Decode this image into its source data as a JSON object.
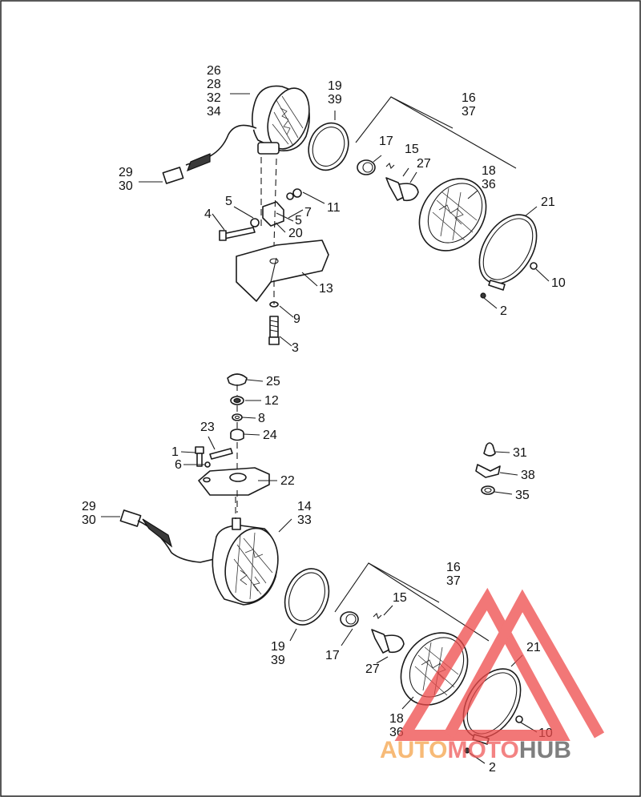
{
  "callouts": {
    "c26": "26",
    "c28": "28",
    "c32": "32",
    "c34": "34",
    "c19a": "19",
    "c39a": "39",
    "c16a": "16",
    "c37a": "37",
    "c17a": "17",
    "c15a": "15",
    "c27a": "27",
    "c18a": "18",
    "c36a": "36",
    "c29a": "29",
    "c30a": "30",
    "c5a": "5",
    "c11": "11",
    "c4": "4",
    "c5b": "5",
    "c7": "7",
    "c20": "20",
    "c21a": "21",
    "c10a": "10",
    "c2a": "2",
    "c13": "13",
    "c9": "9",
    "c3": "3",
    "c25": "25",
    "c12": "12",
    "c8": "8",
    "c24": "24",
    "c23": "23",
    "c1": "1",
    "c6": "6",
    "c22": "22",
    "c31": "31",
    "c38": "38",
    "c35": "35",
    "c29b": "29",
    "c30b": "30",
    "c14": "14",
    "c33": "33",
    "c16b": "16",
    "c37b": "37",
    "c15b": "15",
    "c19b": "19",
    "c39b": "39",
    "c17b": "17",
    "c27b": "27",
    "c21b": "21",
    "c18b": "18",
    "c36b": "36",
    "c10b": "10",
    "c2b": "2"
  },
  "watermark": {
    "part1": "AUTO",
    "part2": "MOTO",
    "part3": "HUB",
    "colors": {
      "auto": "#f5a34a",
      "moto": "#ef5a5a",
      "hub": "#555555",
      "triangle": "#ee4a4a"
    }
  }
}
